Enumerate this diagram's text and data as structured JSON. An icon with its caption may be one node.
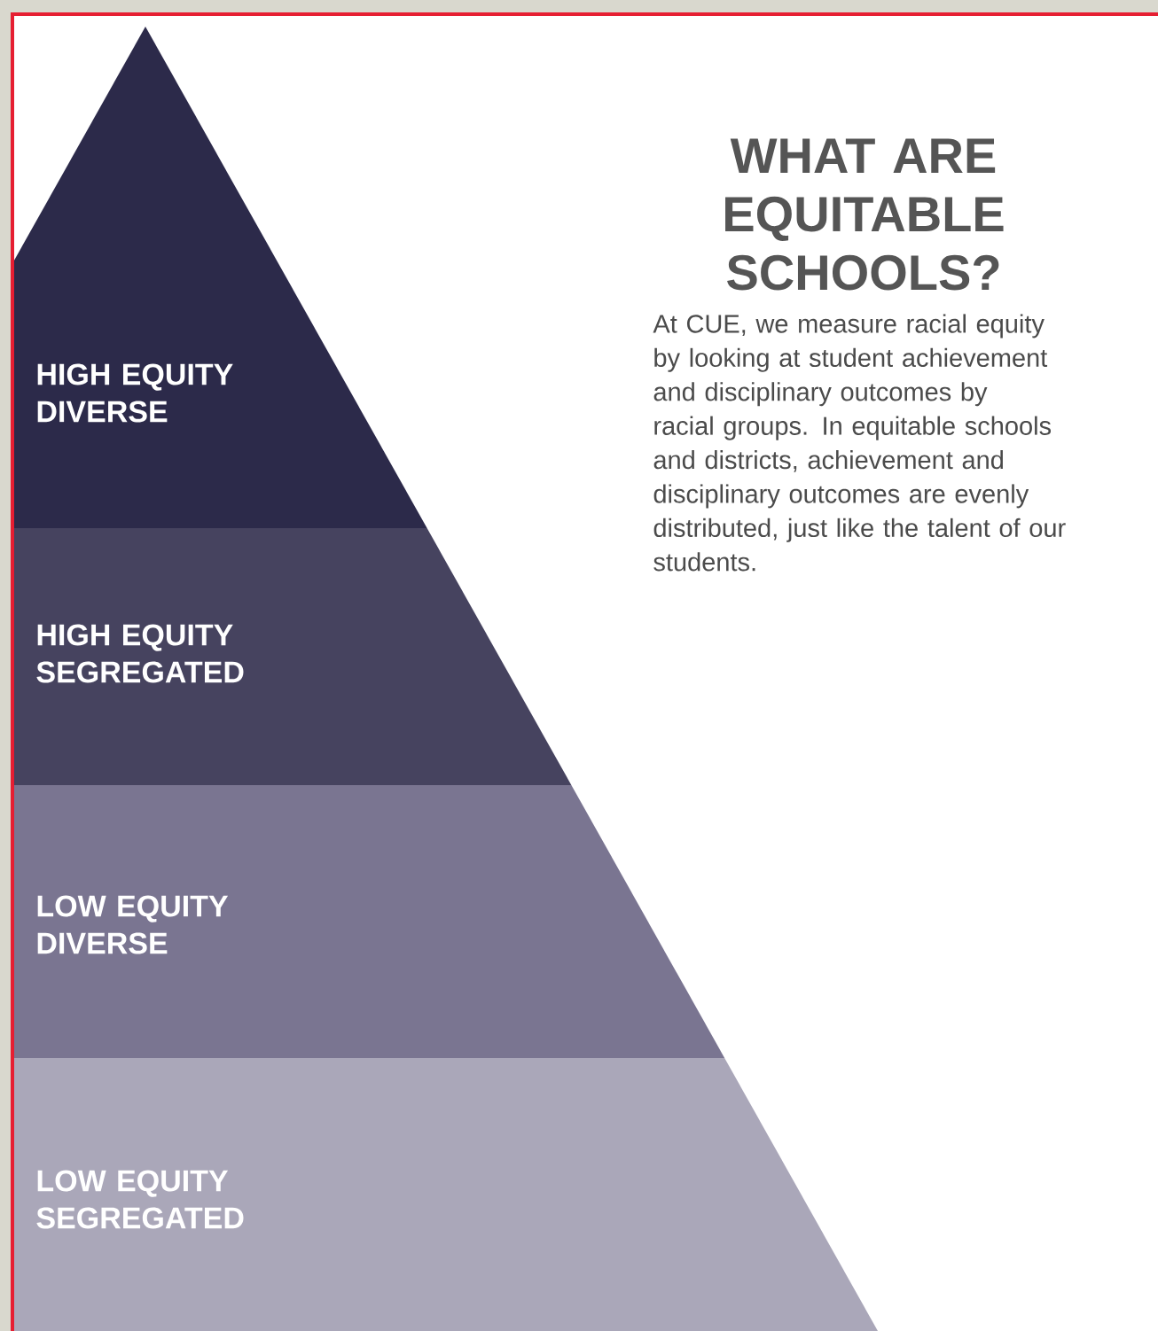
{
  "diagram": {
    "title": "WHAT ARE EQUITABLE SCHOOLS?",
    "nodes": [
      {
        "text": [
          "HIGH EQUITY DIVERSE"
        ]
      },
      {
        "text": [
          "HIGH EQUITY SEGREGATED"
        ]
      },
      {
        "text": [
          "LOW EQUITY DIVERSE"
        ]
      },
      {
        "text": [
          "LOW EQUITY SEGREGATED"
        ]
      }
    ],
    "labels": [
      "At CUE, we measure racial equity by looking at student achievement and disciplinary outcomes by racial groups. In equitable schools and districts, achievement and disciplinary outcomes are evenly distributed, just like the talent of our students."
    ]
  }
}
